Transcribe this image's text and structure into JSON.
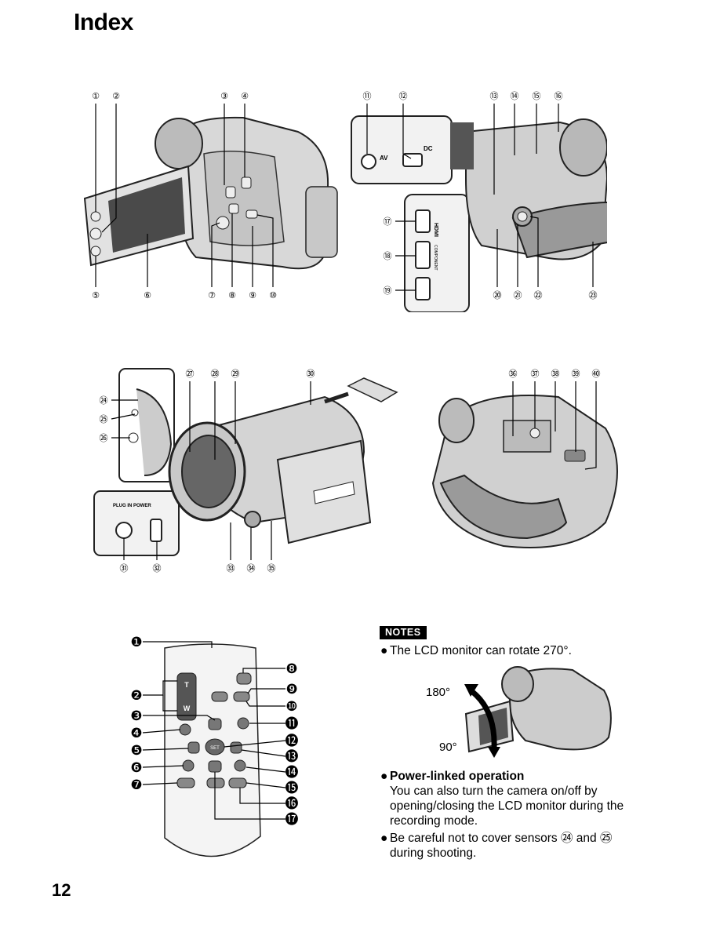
{
  "page": {
    "title": "Index",
    "page_number": "12"
  },
  "callouts": {
    "c1": "①",
    "c2": "②",
    "c3": "③",
    "c4": "④",
    "c5": "⑤",
    "c6": "⑥",
    "c7": "⑦",
    "c8": "⑧",
    "c9": "⑨",
    "c10": "⑩",
    "c11": "⑪",
    "c12": "⑫",
    "c13": "⑬",
    "c14": "⑭",
    "c15": "⑮",
    "c16": "⑯",
    "c17": "⑰",
    "c18": "⑱",
    "c19": "⑲",
    "c20": "⑳",
    "c21": "㉑",
    "c22": "㉒",
    "c23": "㉓",
    "c24": "㉔",
    "c25": "㉕",
    "c26": "㉖",
    "c27": "㉗",
    "c28": "㉘",
    "c29": "㉙",
    "c30": "㉚",
    "c31": "㉛",
    "c32": "㉜",
    "c33": "㉝",
    "c34": "㉞",
    "c35": "㉟",
    "c36": "㊱",
    "c37": "㊲",
    "c38": "㊳",
    "c39": "㊴",
    "c40": "㊵"
  },
  "jacks": {
    "av": "AV",
    "dc": "DC",
    "hdmi": "HDMI",
    "component": "COMPONENT",
    "plug_in_power": "PLUG IN POWER"
  },
  "remote": {
    "callouts": [
      "❶",
      "❷",
      "❸",
      "❹",
      "❺",
      "❻",
      "❼",
      "❽",
      "❾",
      "❿",
      "⓫",
      "⓬",
      "⓭",
      "⓮",
      "⓯",
      "⓰",
      "⓱"
    ],
    "zoom_t": "T",
    "zoom_w": "W",
    "set": "SET"
  },
  "notes": {
    "badge": "NOTES",
    "lcd_rotate": "The LCD monitor can rotate 270°.",
    "angle_180": "180°",
    "angle_90": "90°",
    "power_linked_title": "Power-linked operation",
    "power_linked_line1": "You can also turn the camera on/off by",
    "power_linked_line2": "opening/closing the LCD monitor during the",
    "power_linked_line3": "recording mode.",
    "sensors_line1": "Be careful not to cover sensors ㉔ and ㉕",
    "sensors_line2": "during shooting."
  }
}
